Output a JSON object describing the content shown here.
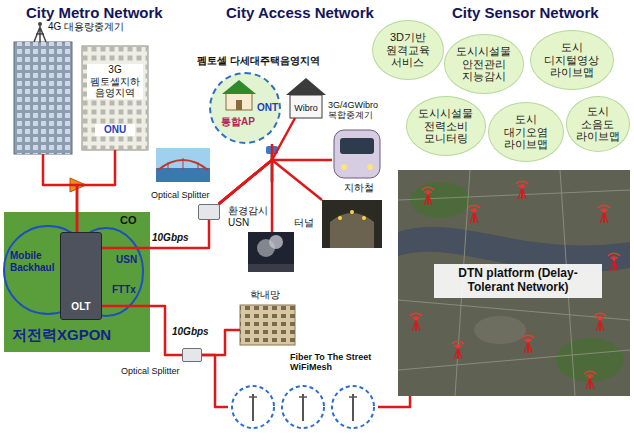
{
  "diagram": {
    "nodes": [
      {
        "text": [
          "저전력XGPON"
        ]
      },
      {
        "text": [
          "OLT"
        ],
        "in": 0
      },
      {
        "text": [
          "4G 대용량중계기"
        ]
      },
      {
        "text": [
          "3G 펨토셀지하 음영지역",
          "ONU"
        ]
      },
      {
        "text": [
          "Optical Splitter"
        ]
      },
      {
        "text": [
          "펨토셀 다세대주택음영지역",
          "통합AP",
          "ONT"
        ]
      },
      {
        "text": [
          "Wibro"
        ]
      },
      {
        "text": [
          "3G/4GWibro 복합중계기",
          "지하철"
        ]
      },
      {
        "text": [
          "터널"
        ]
      },
      {
        "text": [
          "환경감시 USN"
        ]
      },
      {
        "text": [
          "학내망"
        ]
      },
      {
        "text": [
          "Optical Splitter"
        ]
      },
      {
        "text": [
          "Fiber To The Street WiFiMesh"
        ]
      },
      {
        "text": [
          "DTN platform (Delay-Tolerant Network)"
        ]
      },
      {
        "text": [
          "3D기반 원격교육 서비스"
        ]
      },
      {
        "text": [
          "도시시설물 안전관리 지능감시"
        ]
      },
      {
        "text": [
          "도시 디지털영상 라이브맵"
        ]
      },
      {
        "text": [
          "도시시설물 전력소비 모니터링"
        ]
      },
      {
        "text": [
          "도시 대기오염 라이브맵"
        ]
      },
      {
        "text": [
          "도시 소음도 라이브맵"
        ]
      }
    ],
    "edges": [
      {
        "from": 1,
        "to": 2,
        "arrow": "none"
      },
      {
        "from": 1,
        "to": 3,
        "arrow": "none"
      },
      {
        "from": 1,
        "to": 4,
        "label": "10Gbps",
        "arrow": "none"
      },
      {
        "from": 4,
        "to": 5,
        "arrow": "none"
      },
      {
        "from": 4,
        "to": 6,
        "arrow": "none"
      },
      {
        "from": 4,
        "to": 7,
        "arrow": "none"
      },
      {
        "from": 4,
        "to": 8,
        "arrow": "none"
      },
      {
        "from": 4,
        "to": 9,
        "arrow": "none"
      },
      {
        "from": 1,
        "to": 11,
        "label": "10Gbps",
        "arrow": "none"
      },
      {
        "from": 11,
        "to": 10,
        "arrow": "none"
      },
      {
        "from": 11,
        "to": 12,
        "arrow": "none"
      },
      {
        "from": 12,
        "to": 13,
        "arrow": "none"
      }
    ],
    "labels": [
      "City Metro Network",
      "City Access Network",
      "City Sensor Network",
      "CO",
      "Mobile Backhaul",
      "FTTx",
      "USN"
    ]
  }
}
